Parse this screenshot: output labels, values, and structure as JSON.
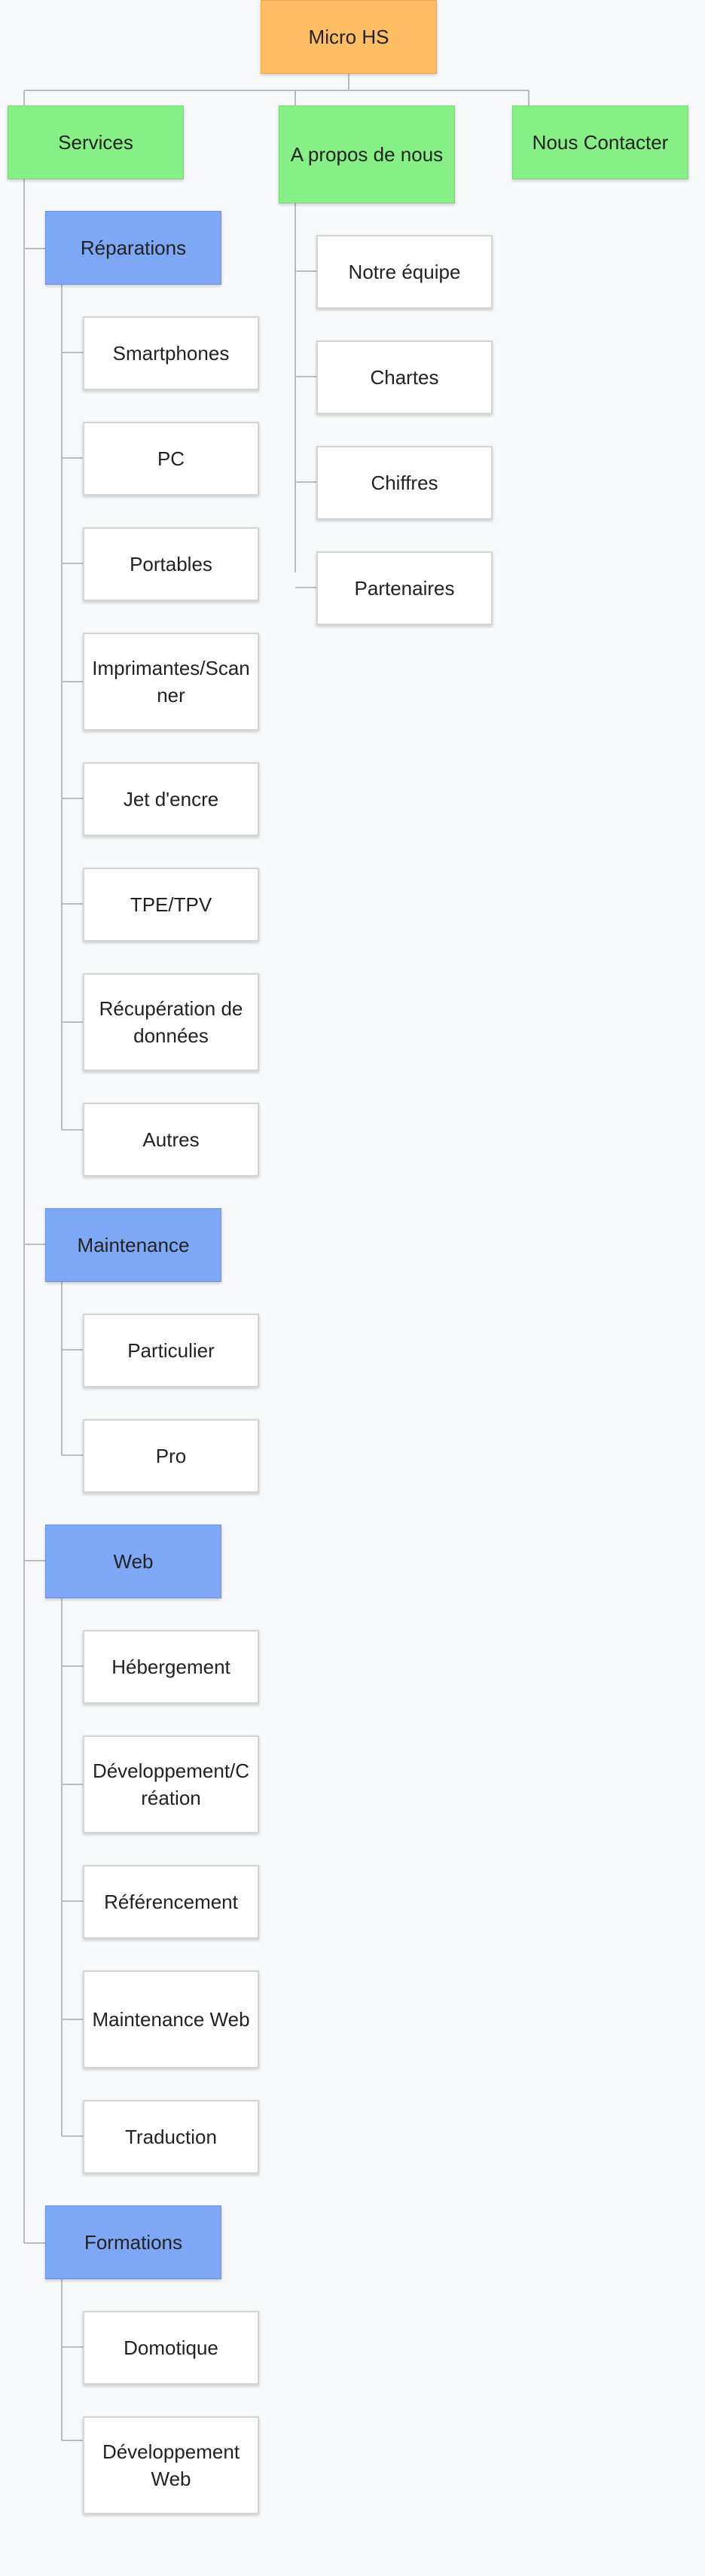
{
  "root": {
    "label": "Micro HS"
  },
  "top_nodes": {
    "services": {
      "label": "Services"
    },
    "a_propos": {
      "label": "A propos de nous"
    },
    "contact": {
      "label": "Nous Contacter"
    }
  },
  "services": {
    "reparations": {
      "label": "Réparations",
      "items": [
        "Smartphones",
        "PC",
        "Portables",
        "Imprimantes/Scanner",
        "Jet d'encre",
        "TPE/TPV",
        "Récupération de données",
        "Autres"
      ]
    },
    "maintenance": {
      "label": "Maintenance",
      "items": [
        "Particulier",
        "Pro"
      ]
    },
    "web": {
      "label": "Web",
      "items": [
        "Hébergement",
        "Développement/Création",
        "Référencement",
        "Maintenance Web",
        "Traduction"
      ]
    },
    "formations": {
      "label": "Formations",
      "items": [
        "Domotique",
        "Développement Web"
      ]
    }
  },
  "a_propos_items": [
    "Notre équipe",
    "Chartes",
    "Chiffres",
    "Partenaires"
  ],
  "colors": {
    "root": "#ffbd66",
    "level1": "#86ef86",
    "level2": "#7ea7f5",
    "leaf": "#ffffff",
    "connector": "#b9bcc2"
  }
}
